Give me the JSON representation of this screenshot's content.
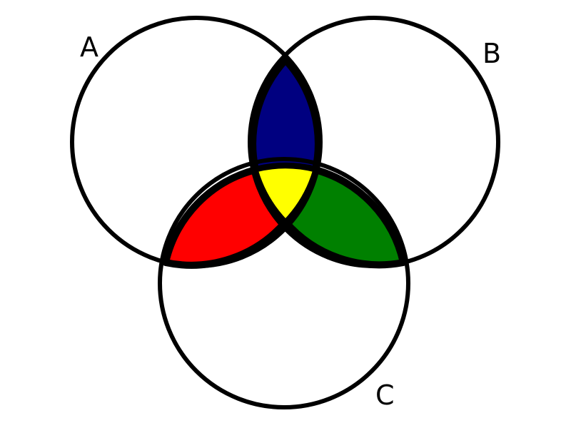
{
  "diagram": {
    "type": "venn",
    "sets": [
      {
        "id": "a",
        "label": "A"
      },
      {
        "id": "b",
        "label": "B"
      },
      {
        "id": "c",
        "label": "C"
      }
    ],
    "regions": {
      "a_and_b": {
        "color": "#000080"
      },
      "a_and_c": {
        "color": "#ff0000"
      },
      "b_and_c": {
        "color": "#008000"
      },
      "a_and_b_and_c": {
        "color": "#ffff00"
      }
    },
    "outline_color": "#000000",
    "background": "#ffffff"
  }
}
